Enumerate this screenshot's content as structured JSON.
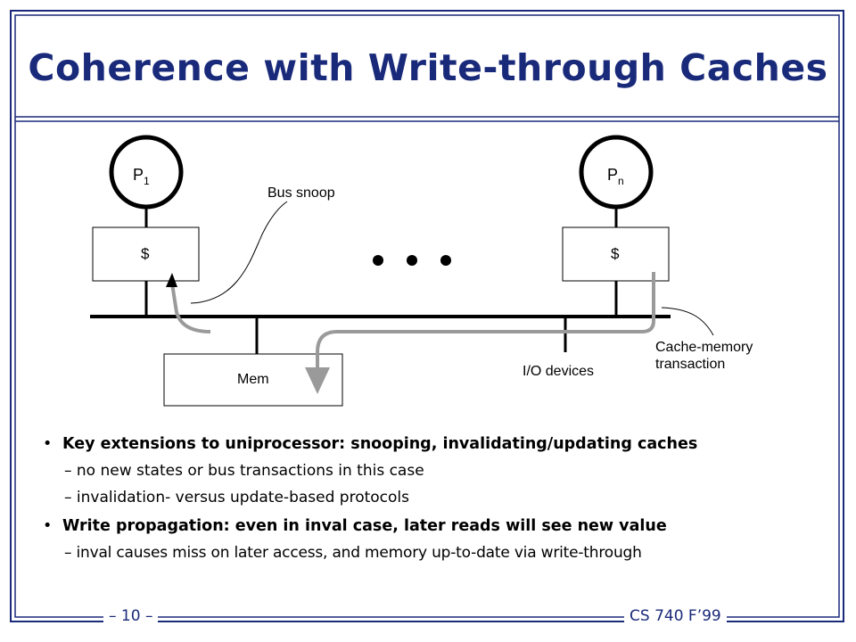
{
  "title": "Coherence with Write-through Caches",
  "diagram": {
    "proc_left": "P",
    "proc_left_sub": "1",
    "proc_right": "P",
    "proc_right_sub": "n",
    "cache_left": "$",
    "cache_right": "$",
    "memory": "Mem",
    "io_devices": "I/O devices",
    "bus_snoop": "Bus snoop",
    "cache_memory_line1": "Cache-memory",
    "cache_memory_line2": "transaction"
  },
  "bullets": [
    {
      "text": "Key extensions to uniprocessor: snooping, invalidating/updating caches",
      "subs": [
        "– no new states or bus transactions in this case",
        "– invalidation- versus update-based protocols"
      ]
    },
    {
      "text": "Write propagation: even in inval case, later reads will see new value",
      "subs": [
        "– inval causes miss on later access, and memory up-to-date via write-through"
      ]
    }
  ],
  "footer": {
    "page": "– 10 –",
    "course": "CS 740 F’99"
  },
  "colors": {
    "border": "#1a2a7a",
    "title": "#1a2a7a",
    "arrow_gray": "#9a9a9a"
  }
}
